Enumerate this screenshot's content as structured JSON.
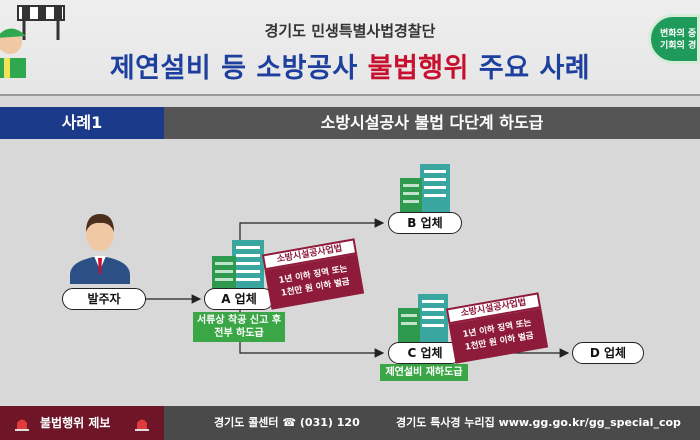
{
  "header": {
    "org": "경기도 민생특별사법경찰단",
    "title_blue_1": "제연설비 등 소방공사",
    "title_red": "불법행위",
    "title_blue_2": "주요 사례",
    "badge_line1": "변화의 중",
    "badge_line2": "기회의 경"
  },
  "case": {
    "label": "사례1",
    "title": "소방시설공사 불법 다단계 하도급"
  },
  "diagram": {
    "client": "발주자",
    "company_a": "A 업체",
    "company_b": "B 업체",
    "company_c": "C 업체",
    "company_d": "D 업체",
    "note_a_line1": "서류상 착공 신고 후",
    "note_a_line2": "전부 하도급",
    "note_c": "제연설비 재하도급",
    "stamp1": {
      "title": "소방시설공사업법",
      "line1": "1년 이하 징역 또는",
      "line2": "1천만 원 이하 벌금"
    },
    "stamp2": {
      "title": "소방시설공사업법",
      "line1": "1년 이하 징역 또는",
      "line2": "1천만 원 이하 벌금"
    }
  },
  "footer": {
    "report": "불법행위 제보",
    "callcenter": "경기도 콜센터 ☎ (031) 120",
    "website": "경기도 특사경 누리집 www.gg.go.kr/gg_special_cop"
  },
  "colors": {
    "title_blue": "#1d3f9e",
    "title_red": "#c8102e",
    "case_label_bg": "#1c3a8a",
    "case_bar_bg": "#555555",
    "note_green": "#3aa646",
    "stamp_maroon": "#8e1b3a",
    "footer_report_bg": "#6e1528",
    "badge_green": "#1e9a5a"
  }
}
